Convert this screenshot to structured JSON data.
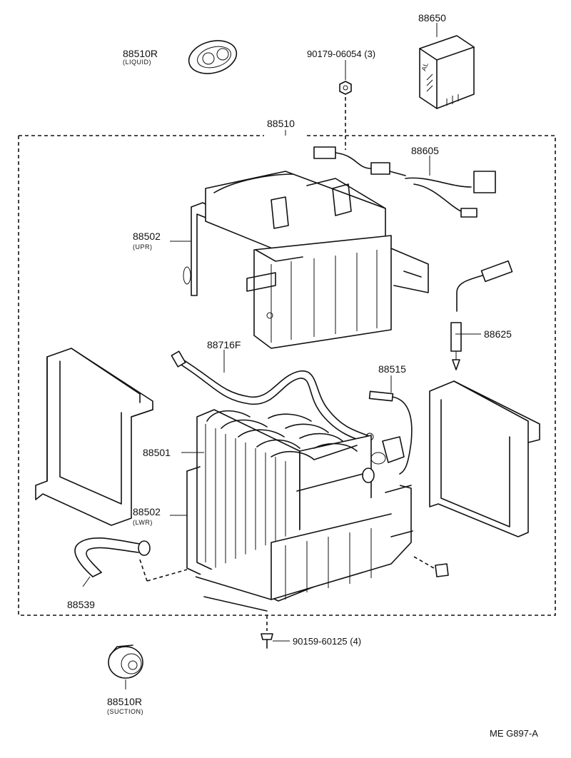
{
  "parts": {
    "p88650": "88650",
    "p88510r_liquid": "88510R",
    "p88510r_liquid_note": "(LIQUID)",
    "p90179": "90179-06054 (3)",
    "p88510": "88510",
    "p88605": "88605",
    "p88502_upr": "88502",
    "p88502_upr_note": "(UPR)",
    "p88716f": "88716F",
    "p88625": "88625",
    "p88515": "88515",
    "p88501": "88501",
    "p88502_lwr": "88502",
    "p88502_lwr_note": "(LWR)",
    "p88539": "88539",
    "p90159": "90159-60125 (4)",
    "p88510r_suction": "88510R",
    "p88510r_suction_note": "(SUCTION)"
  },
  "reference_code": "ME  G897-A"
}
